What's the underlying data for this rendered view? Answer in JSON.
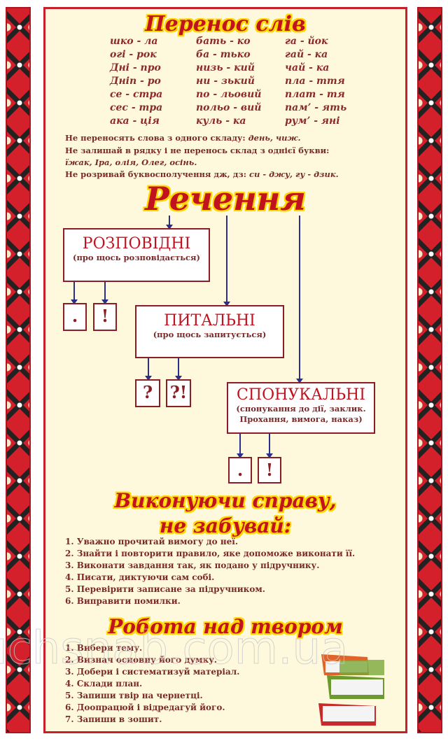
{
  "hyphenation": {
    "title": "Перенос слів",
    "columns": [
      [
        "шко - ла",
        "огі - рок",
        "Дні - про",
        "Дніп - ро",
        "се - стра",
        "сес - тра",
        "ака - ція"
      ],
      [
        "бать - ко",
        "ба - тько",
        "низь - кий",
        "ни - зький",
        "по - льовий",
        "польо - вий",
        "куль - ка"
      ],
      [
        "га - йок",
        "гай - ка",
        "чай - ка",
        "пла - ття",
        "плат - тя",
        "пам’ - ять",
        "рум’ - яні"
      ]
    ],
    "rules": [
      {
        "text": "Не переносять слова з одного складу: ",
        "example": "день, чиж."
      },
      {
        "text": "Не залишай в рядку і не перенось склад з однієї букви:",
        "example": ""
      },
      {
        "text": "",
        "example": "їжак, Іра, олія, Олег, осінь."
      },
      {
        "text": "Не розривай буквосполучення дж, дз: ",
        "example": "си - джу, гу - дзик."
      }
    ]
  },
  "sentences": {
    "title": "Речення",
    "types": [
      {
        "name": "РОЗПОВІДНІ",
        "desc": [
          "(про щось розповідається)"
        ],
        "marks": [
          ".",
          "!"
        ]
      },
      {
        "name": "ПИТАЛЬНІ",
        "desc": [
          "(про щось запитується)"
        ],
        "marks": [
          "?",
          "?!"
        ]
      },
      {
        "name": "СПОНУКАЛЬНІ",
        "desc": [
          "(спонукання до дії, заклик.",
          "Прохання, вимога, наказ)"
        ],
        "marks": [
          ".",
          "!"
        ]
      }
    ]
  },
  "remember": {
    "title_lines": [
      "Виконуючи справу,",
      "не забувай:"
    ],
    "items": [
      "1. Уважно прочитай вимогу до неї.",
      "2. Знайти і повторити правило, яке допоможе виконати її.",
      "3. Виконати завдання так, як подано у підручнику.",
      "4. Писати, диктуючи сам собі.",
      "5. Перевірити записане за підручником.",
      "6. Виправити помилки."
    ]
  },
  "essay": {
    "title": "Робота над твором",
    "items": [
      "1. Вибери тему.",
      "2. Визнач основну його думку.",
      "3. Добери і систематизуй матеріал.",
      "4. Склади план.",
      "5. Запиши твір на чернетці.",
      "6. Доопрацюй і відредагуй його.",
      "7. Запиши в зошит."
    ]
  },
  "watermark": "uchsnab.com.ua",
  "colors": {
    "title": "#c0121f",
    "title_outline": "#ffd800",
    "text": "#7a2a2a",
    "arrow": "#2a2f8a",
    "panel": "#fef9dc",
    "border": "#c8202a"
  }
}
